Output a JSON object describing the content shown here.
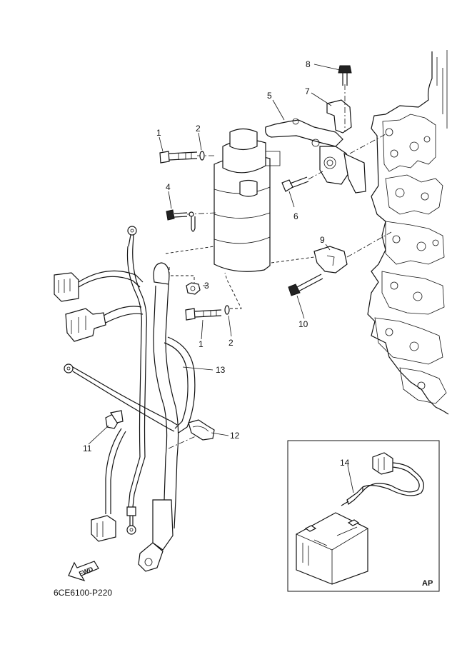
{
  "diagram_code": "6CE6100-P220",
  "inset_label": "AP",
  "fwd_label": "FWD",
  "callouts": [
    {
      "id": "1a",
      "text": "1"
    },
    {
      "id": "2a",
      "text": "2"
    },
    {
      "id": "3",
      "text": "3"
    },
    {
      "id": "4",
      "text": "4"
    },
    {
      "id": "5",
      "text": "5"
    },
    {
      "id": "6",
      "text": "6"
    },
    {
      "id": "7",
      "text": "7"
    },
    {
      "id": "8",
      "text": "8"
    },
    {
      "id": "9",
      "text": "9"
    },
    {
      "id": "10",
      "text": "10"
    },
    {
      "id": "1b",
      "text": "1"
    },
    {
      "id": "2b",
      "text": "2"
    },
    {
      "id": "13",
      "text": "13"
    },
    {
      "id": "11",
      "text": "11"
    },
    {
      "id": "12",
      "text": "12"
    },
    {
      "id": "14",
      "text": "14"
    }
  ]
}
